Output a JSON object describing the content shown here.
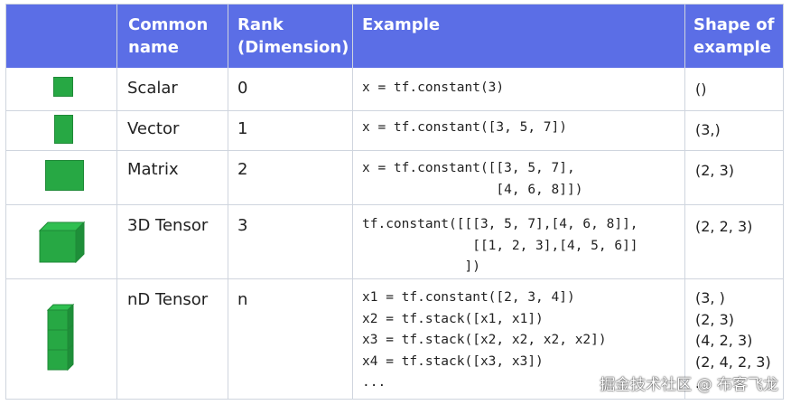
{
  "colors": {
    "header_bg": "#5b6ee6",
    "icon_green": "#27a844",
    "icon_green_dark": "#1f8a37",
    "grid": "#cfd5de"
  },
  "header": {
    "common_name": "Common\nname",
    "rank": "Rank\n(Dimension)",
    "example": "Example",
    "shape": "Shape of\nexample"
  },
  "rows": [
    {
      "icon": "green-square-icon",
      "name": "Scalar",
      "rank": "0",
      "example": "x = tf.constant(3)",
      "shape": "()"
    },
    {
      "icon": "green-vertical-bar-icon",
      "name": "Vector",
      "rank": "1",
      "example": "x = tf.constant([3, 5, 7])",
      "shape": "(3,)"
    },
    {
      "icon": "green-rectangle-icon",
      "name": "Matrix",
      "rank": "2",
      "example": "x = tf.constant([[3, 5, 7],\n                 [4, 6, 8]])",
      "shape": "(2, 3)"
    },
    {
      "icon": "green-cube-icon",
      "name": "3D Tensor",
      "rank": "3",
      "example": "tf.constant([[[3, 5, 7],[4, 6, 8]],\n              [[1, 2, 3],[4, 5, 6]]\n             ])",
      "shape": "(2, 2, 3)"
    },
    {
      "icon": "green-stacked-cubes-icon",
      "name": "nD Tensor",
      "rank": "n",
      "example": "x1 = tf.constant([2, 3, 4])\nx2 = tf.stack([x1, x1])\nx3 = tf.stack([x2, x2, x2, x2])\nx4 = tf.stack([x3, x3])\n...",
      "shape": "(3, )\n(2, 3)\n(4, 2, 3)\n(2, 4, 2, 3)\n..."
    }
  ],
  "watermark": "掘金技术社区 @ 布客飞龙"
}
